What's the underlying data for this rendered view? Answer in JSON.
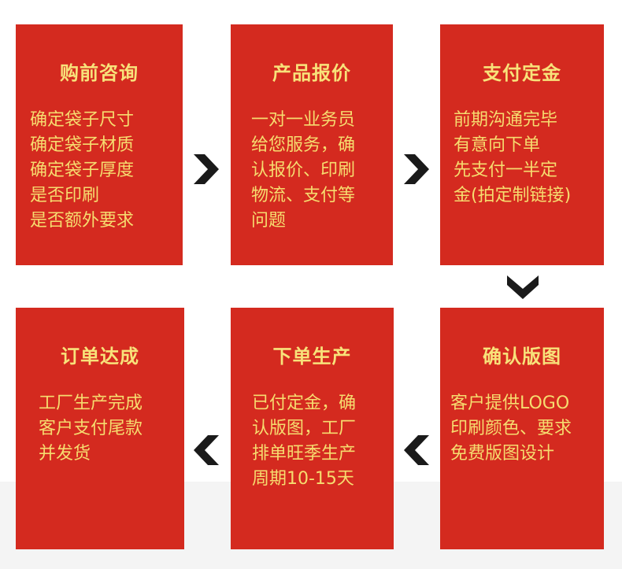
{
  "steps": [
    {
      "title": "购前咨询",
      "lines": [
        "确定袋子尺寸",
        "确定袋子材质",
        "确定袋子厚度",
        "是否印刷",
        "是否额外要求"
      ]
    },
    {
      "title": "产品报价",
      "lines": [
        "一对一业务员",
        "给您服务，确",
        "认报价、印刷",
        "物流、支付等",
        "问题"
      ]
    },
    {
      "title": "支付定金",
      "lines": [
        "前期沟通完毕",
        "有意向下单",
        "先支付一半定",
        "金(拍定制链接)"
      ]
    },
    {
      "title": "订单达成",
      "lines": [
        "工厂生产完成",
        "客户支付尾款",
        "并发货"
      ]
    },
    {
      "title": "下单生产",
      "lines": [
        "已付定金，确",
        "认版图，工厂",
        "排单旺季生产",
        "周期10-15天"
      ]
    },
    {
      "title": "确认版图",
      "lines": [
        "客户提供LOGO",
        "印刷颜色、要求",
        "免费版图设计"
      ]
    }
  ],
  "colors": {
    "card_background": "#d42a1f",
    "text": "#f6dc6f",
    "arrow": "#1a1a1a"
  },
  "icons": {
    "arrow_1_2": "chevron-right-icon",
    "arrow_2_3": "chevron-right-icon",
    "arrow_3_6": "chevron-down-icon",
    "arrow_6_5": "chevron-left-icon",
    "arrow_5_4": "chevron-left-icon"
  }
}
